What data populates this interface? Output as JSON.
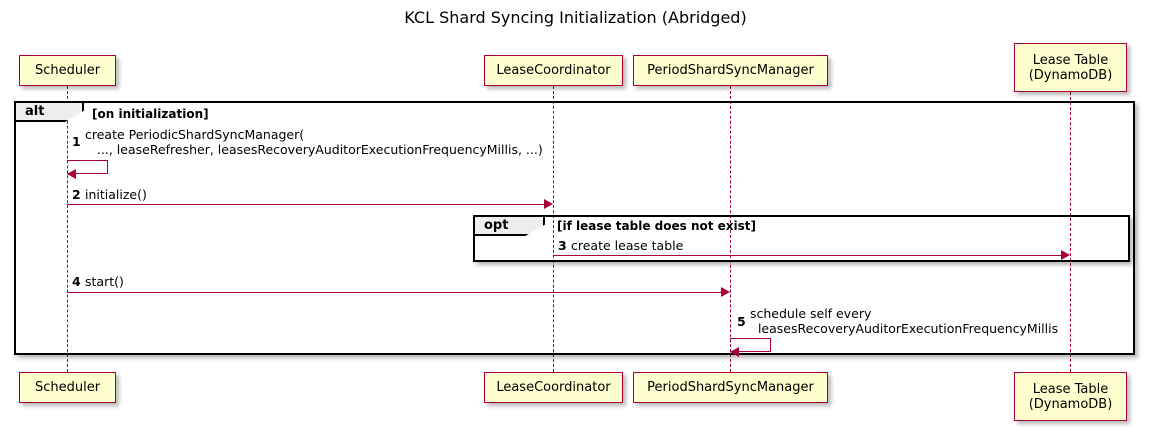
{
  "diagram": {
    "title": "KCL Shard Syncing Initialization (Abridged)",
    "type": "uml-sequence-diagram",
    "colors": {
      "participant_fill": "#FEFECE",
      "participant_border": "#A80036",
      "message_line": "#A80036",
      "frame_border": "#000000",
      "frame_tab_fill": "#EEEEEE",
      "background": "#FFFFFF"
    }
  },
  "participants": [
    {
      "id": "scheduler",
      "label": "Scheduler"
    },
    {
      "id": "lease-coordinator",
      "label": "LeaseCoordinator"
    },
    {
      "id": "period-shard-sync-manager",
      "label": "PeriodShardSyncManager"
    },
    {
      "id": "lease-table",
      "label": "Lease Table\n(DynamoDB)"
    }
  ],
  "frames": [
    {
      "id": "alt",
      "operator": "alt",
      "condition": "[on initialization]"
    },
    {
      "id": "opt",
      "operator": "opt",
      "condition": "[if lease table does not exist]"
    }
  ],
  "messages": [
    {
      "number": "1",
      "label": "create PeriodicShardSyncManager(\n   ..., leaseRefresher, leasesRecoveryAuditorExecutionFrequencyMillis, ...)",
      "from": "scheduler",
      "to": "scheduler",
      "kind": "self"
    },
    {
      "number": "2",
      "label": "initialize()",
      "from": "scheduler",
      "to": "lease-coordinator",
      "kind": "sync"
    },
    {
      "number": "3",
      "label": "create lease table",
      "from": "lease-coordinator",
      "to": "lease-table",
      "kind": "sync"
    },
    {
      "number": "4",
      "label": "start()",
      "from": "scheduler",
      "to": "period-shard-sync-manager",
      "kind": "sync"
    },
    {
      "number": "5",
      "label": "schedule self every\n  leasesRecoveryAuditorExecutionFrequencyMillis",
      "from": "period-shard-sync-manager",
      "to": "period-shard-sync-manager",
      "kind": "self"
    }
  ]
}
